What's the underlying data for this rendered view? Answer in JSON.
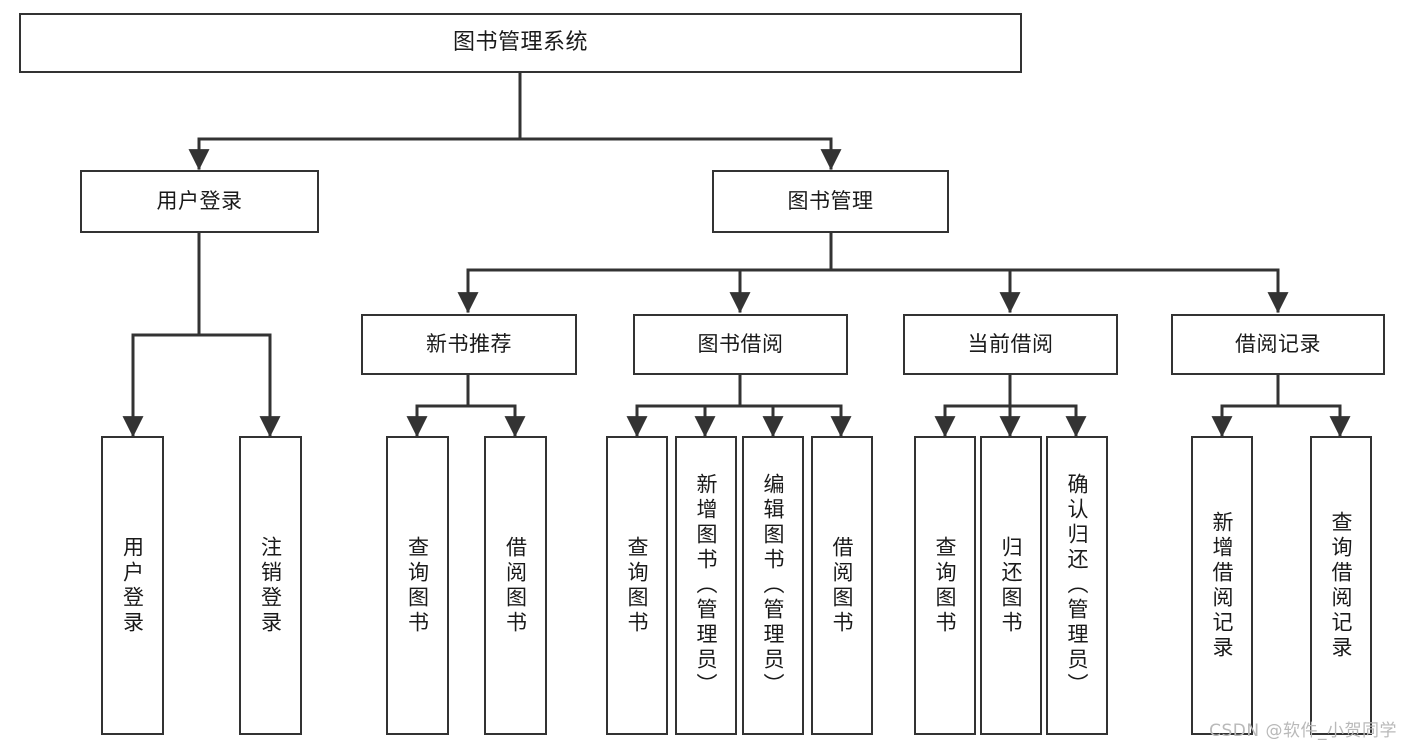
{
  "diagram": {
    "title": "图书管理系统",
    "type": "hierarchical-tree",
    "orientation": "top-down",
    "colors": {
      "box_border": "#333333",
      "box_fill": "#ffffff",
      "connector": "#333333",
      "text": "#1a1a1a",
      "watermark": "#b9b9b9",
      "background": "#ffffff"
    },
    "levels": [
      {
        "level": 1,
        "nodes": [
          {
            "id": "root",
            "label": "图书管理系统"
          }
        ]
      },
      {
        "level": 2,
        "nodes": [
          {
            "id": "user-login",
            "label": "用户登录",
            "parent": "root"
          },
          {
            "id": "book-manage",
            "label": "图书管理",
            "parent": "root"
          }
        ]
      },
      {
        "level": 3,
        "nodes": [
          {
            "id": "new-book-rec",
            "label": "新书推荐",
            "parent": "book-manage"
          },
          {
            "id": "book-borrow",
            "label": "图书借阅",
            "parent": "book-manage"
          },
          {
            "id": "current-borrow",
            "label": "当前借阅",
            "parent": "book-manage"
          },
          {
            "id": "borrow-record",
            "label": "借阅记录",
            "parent": "book-manage"
          }
        ]
      },
      {
        "level": 4,
        "nodes": [
          {
            "id": "leaf-user-login",
            "label": "用户登录",
            "parent": "user-login"
          },
          {
            "id": "leaf-user-logout",
            "label": "注销登录",
            "parent": "user-login"
          },
          {
            "id": "leaf-query-book-1",
            "label": "查询图书",
            "parent": "new-book-rec"
          },
          {
            "id": "leaf-borrow-book-1",
            "label": "借阅图书",
            "parent": "new-book-rec"
          },
          {
            "id": "leaf-query-book-2",
            "label": "查询图书",
            "parent": "book-borrow"
          },
          {
            "id": "leaf-add-book",
            "label": "新增图书（管理员）",
            "parent": "book-borrow"
          },
          {
            "id": "leaf-edit-book",
            "label": "编辑图书（管理员）",
            "parent": "book-borrow"
          },
          {
            "id": "leaf-borrow-book-2",
            "label": "借阅图书",
            "parent": "book-borrow"
          },
          {
            "id": "leaf-query-book-3",
            "label": "查询图书",
            "parent": "current-borrow"
          },
          {
            "id": "leaf-return-book",
            "label": "归还图书",
            "parent": "current-borrow"
          },
          {
            "id": "leaf-confirm-return",
            "label": "确认归还（管理员）",
            "parent": "current-borrow"
          },
          {
            "id": "leaf-add-record",
            "label": "新增借阅记录",
            "parent": "borrow-record"
          },
          {
            "id": "leaf-query-record",
            "label": "查询借阅记录",
            "parent": "borrow-record"
          }
        ]
      }
    ]
  },
  "watermark": {
    "text": "CSDN @软件_小贺同学"
  }
}
